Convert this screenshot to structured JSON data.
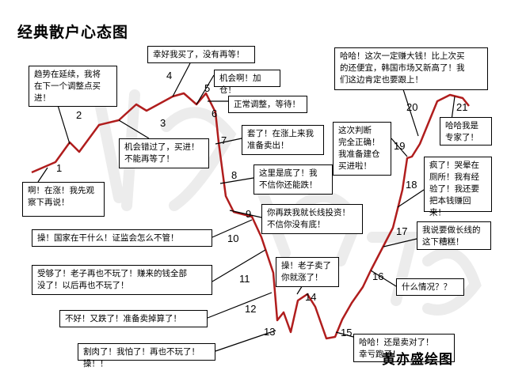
{
  "title": "经典散户心态图",
  "credit": "黄亦盛绘图",
  "stages": [
    {
      "n": "1",
      "text": "啊！在涨！我先观\n察下再说！"
    },
    {
      "n": "2",
      "text": "趋势在延续，我将\n在下一个调整点买\n进！"
    },
    {
      "n": "3",
      "text": "机会错过了，买进！\n不能再等了！"
    },
    {
      "n": "4",
      "text": "幸好我买了，没有再等！"
    },
    {
      "n": "5",
      "text": "机会啊！加仓！"
    },
    {
      "n": "6",
      "text": "正常调整，等待！"
    },
    {
      "n": "7",
      "text": "套了！在涨上来我\n准备卖出！"
    },
    {
      "n": "8",
      "text": "这里是底了！我\n不信你还能跌！"
    },
    {
      "n": "9",
      "text": "你再跌我就长线投资！\n不信你没有底！"
    },
    {
      "n": "10",
      "text": "操！国家在干什么！证监会怎么不管！"
    },
    {
      "n": "11",
      "text": "受够了！老子再也不玩了！赚来的钱全部\n没了！以后再也不玩了！"
    },
    {
      "n": "12",
      "text": "不好！又跌了！准备卖掉算了！"
    },
    {
      "n": "13",
      "text": "割肉了！我怕了！再也不玩了！操！！"
    },
    {
      "n": "14",
      "text": "操！老子卖了\n你就涨了！"
    },
    {
      "n": "15",
      "text": "哈哈！还是卖对了！\n幸亏跑了！"
    },
    {
      "n": "16",
      "text": "什么情况？？"
    },
    {
      "n": "17",
      "text": "我说要做长线的\n这下糟糕！"
    },
    {
      "n": "18",
      "text": "疯了！哭晕在\n厕所！我有经\n验了！我还要\n把本钱赚回来！"
    },
    {
      "n": "19",
      "text": "这次判断\n完全正确！\n我准备建仓\n买进啦！"
    },
    {
      "n": "20",
      "text": "哈哈！这次一定赚大钱！比上次买\n的还便宜，韩国市场又新高了！我\n们这边肯定也要跟上！"
    },
    {
      "n": "21",
      "text": "哈哈我是\n专家了！"
    }
  ]
}
